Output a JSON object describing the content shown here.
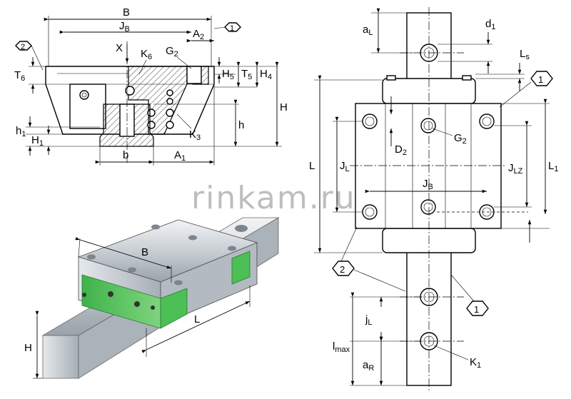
{
  "watermark": "rinkam.ru",
  "front_view": {
    "B": "B",
    "JB": "J",
    "JB_sub": "B",
    "A2": "A",
    "A2_sub": "2",
    "X": "X",
    "K6": "K",
    "K6_sub": "6",
    "G2": "G",
    "G2_sub": "2",
    "T6": "T",
    "T6_sub": "6",
    "H5": "H",
    "H5_sub": "5",
    "T5": "T",
    "T5_sub": "5",
    "H4": "H",
    "H4_sub": "4",
    "H": "H",
    "h": "h",
    "h1": "h",
    "h1_sub": "1",
    "H1": "H",
    "H1_sub": "1",
    "K3": "K",
    "K3_sub": "3",
    "b": "b",
    "A1": "A",
    "A1_sub": "1",
    "callout_1": "1",
    "callout_2": "2"
  },
  "top_view": {
    "aL": "a",
    "aL_sub": "L",
    "d1": "d",
    "d1_sub": "1",
    "Ls": "L",
    "Ls_sub": "s",
    "D2": "D",
    "D2_sub": "2",
    "G2": "G",
    "G2_sub": "2",
    "L": "L",
    "JL": "J",
    "JL_sub": "L",
    "JLZ": "J",
    "JLZ_sub": "LZ",
    "L1": "L",
    "L1_sub": "1",
    "JB": "J",
    "JB_sub": "B",
    "jL": "j",
    "jL_sub": "L",
    "lmax": "l",
    "lmax_sub": "max",
    "aR": "a",
    "aR_sub": "R",
    "K1": "K",
    "K1_sub": "1",
    "callout_1a": "1",
    "callout_1b": "1",
    "callout_2": "2"
  },
  "iso_view": {
    "B": "B",
    "L": "L",
    "H": "H"
  }
}
